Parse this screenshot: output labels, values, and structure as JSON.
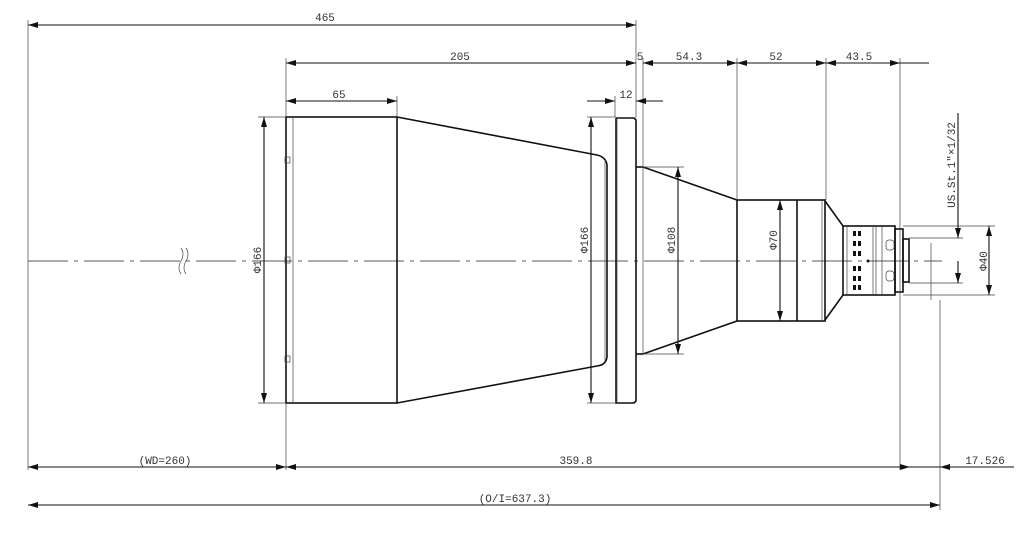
{
  "drawing": {
    "dimensions": {
      "overall_length": "465",
      "body_length": "205",
      "flange_gap": "5",
      "cone_length": "54.3",
      "barrel_length": "52",
      "rear_length": "43.5",
      "front_barrel_length": "65",
      "flange_thickness": "12",
      "front_diameter": "Φ166",
      "flange_diameter": "Φ166",
      "rear_cone_diameter": "Φ108",
      "barrel_diameter": "Φ70",
      "mount_diameter": "Φ40",
      "thread_spec": "US.St.1\"×1/32",
      "working_distance": "(WD=260)",
      "optical_length": "359.8",
      "back_focus": "17.526",
      "object_to_image": "(O/I=637.3)"
    }
  }
}
